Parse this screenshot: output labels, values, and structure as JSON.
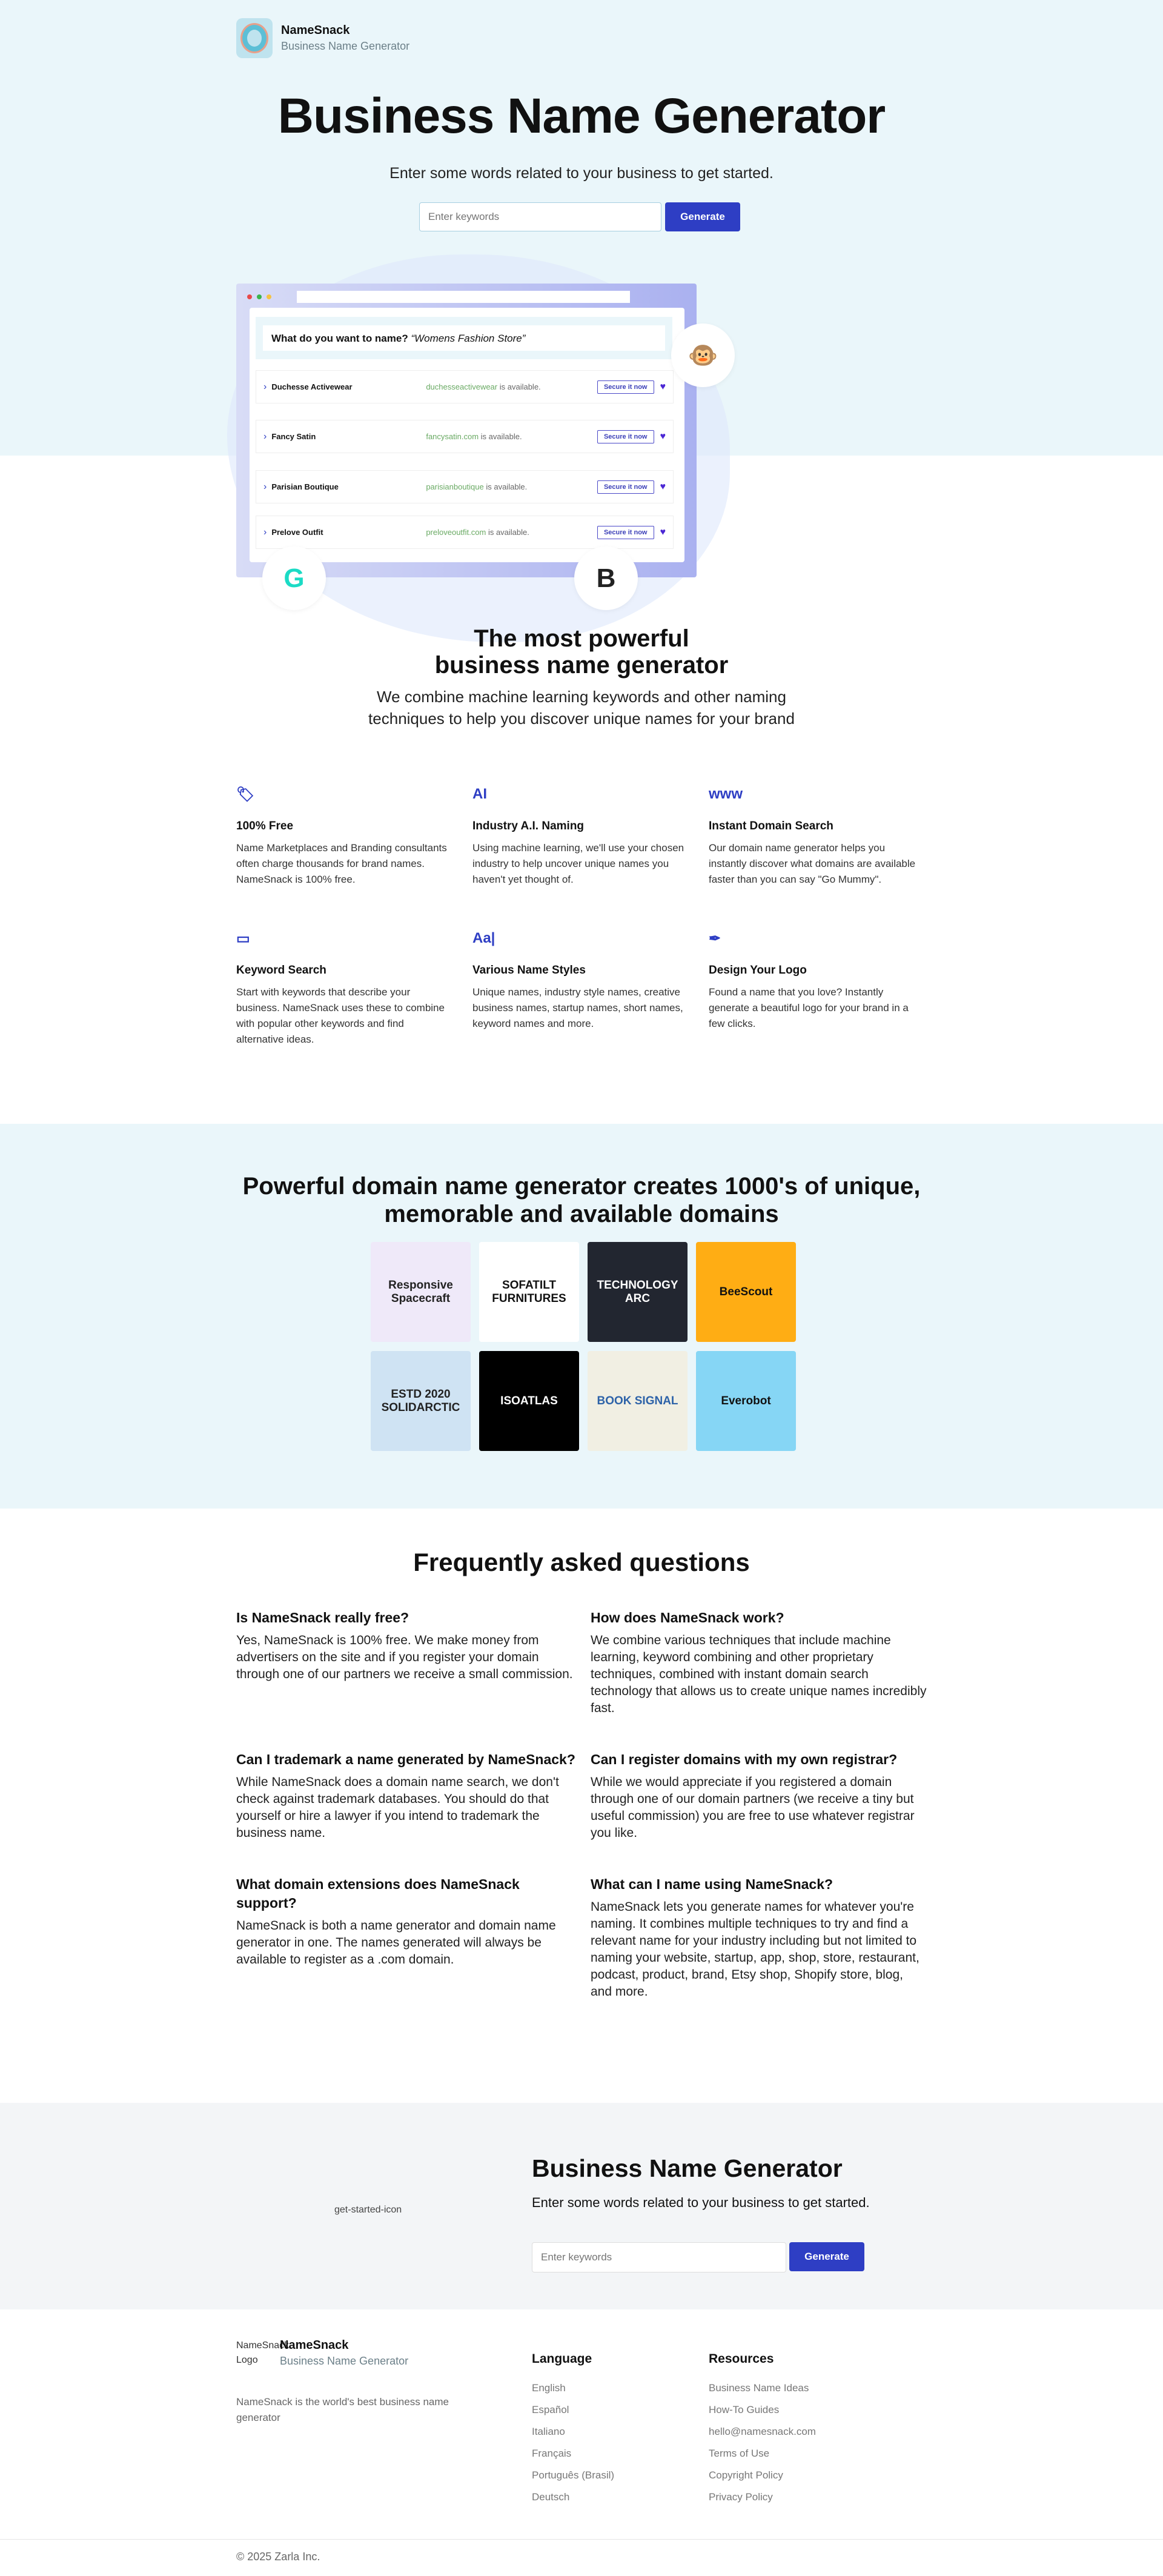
{
  "header": {
    "brand": "NameSnack",
    "tagline": "Business Name Generator"
  },
  "hero": {
    "title": "Business Name Generator",
    "subtitle": "Enter some words related to your business to get started.",
    "placeholder": "Enter keywords",
    "button": "Generate"
  },
  "mockup": {
    "question": "What do you want to name?",
    "example": "“Womens Fashion Store”",
    "secure_label": "Secure it now",
    "available_suffix": " is available.",
    "rows": [
      {
        "name": "Duchesse Activewear",
        "domain": "duchesseactivewear"
      },
      {
        "name": "Fancy Satin",
        "domain": "fancysatin.com"
      },
      {
        "name": "Parisian Boutique",
        "domain": "parisianboutique"
      },
      {
        "name": "Prelove Outfit",
        "domain": "preloveoutfit.com"
      }
    ]
  },
  "intro": {
    "title_line1": "The most powerful",
    "title_line2": "business name generator",
    "sub_line1": "We combine machine learning keywords and other naming",
    "sub_line2": "techniques to help you discover unique names for your brand"
  },
  "features": [
    {
      "icon": "free-tag-icon",
      "glyph": "🏷",
      "title": "100% Free",
      "text": "Name Marketplaces and Branding consultants often charge thousands for brand names. NameSnack is 100% free."
    },
    {
      "icon": "ai-chip-icon",
      "glyph": "AI",
      "title": "Industry A.I. Naming",
      "text": "Using machine learning, we'll use your chosen industry to help uncover unique names you haven't yet thought of."
    },
    {
      "icon": "www-browser-icon",
      "glyph": "www",
      "title": "Instant Domain Search",
      "text": "Our domain name generator helps you instantly discover what domains are available faster than you can say \"Go Mummy\"."
    },
    {
      "icon": "search-bar-icon",
      "glyph": "▭",
      "title": "Keyword Search",
      "text": "Start with keywords that describe your business. NameSnack uses these to combine with popular other keywords and find alternative ideas."
    },
    {
      "icon": "typography-icon",
      "glyph": "Aa|",
      "title": "Various Name Styles",
      "text": "Unique names, industry style names, creative business names, startup names, short names, keyword names and more."
    },
    {
      "icon": "pen-nib-icon",
      "glyph": "✒",
      "title": "Design Your Logo",
      "text": "Found a name that you love? Instantly generate a beautiful logo for your brand in a few clicks."
    }
  ],
  "domains": {
    "title_line1": "Powerful domain name generator creates 1000's of unique,",
    "title_line2": "memorable and available domains",
    "logos": [
      {
        "name": "Responsive Spacecraft",
        "bg": "#efe9f9",
        "fg": "#222"
      },
      {
        "name": "SOFATILT FURNITURES",
        "bg": "#ffffff",
        "fg": "#111"
      },
      {
        "name": "TECHNOLOGY ARC",
        "bg": "#222630",
        "fg": "#fff"
      },
      {
        "name": "BeeScout",
        "bg": "#ffad14",
        "fg": "#111"
      },
      {
        "name": "ESTD 2020 SOLIDARCTIC",
        "bg": "#cfe3f3",
        "fg": "#222"
      },
      {
        "name": "ISOATLAS",
        "bg": "#000000",
        "fg": "#fff"
      },
      {
        "name": "BOOK SIGNAL",
        "bg": "#f1efe3",
        "fg": "#2d62a8"
      },
      {
        "name": "Everobot",
        "bg": "#86d6f5",
        "fg": "#111"
      }
    ]
  },
  "faq": {
    "title": "Frequently asked questions",
    "items": [
      {
        "q": "Is NameSnack really free?",
        "a": "Yes, NameSnack is 100% free. We make money from advertisers on the site and if you register your domain through one of our partners we receive a small commission."
      },
      {
        "q": "How does NameSnack work?",
        "a": "We combine various techniques that include machine learning, keyword combining and other proprietary techniques, combined with instant domain search technology that allows us to create unique names incredibly fast."
      },
      {
        "q": "Can I trademark a name generated by NameSnack?",
        "a": "While NameSnack does a domain name search, we don't check against trademark databases. You should do that yourself or hire a lawyer if you intend to trademark the business name."
      },
      {
        "q": "Can I register domains with my own registrar?",
        "a": "While we would appreciate if you registered a domain through one of our domain partners (we receive a tiny but useful commission) you are free to use whatever registrar you like."
      },
      {
        "q": "What domain extensions does NameSnack support?",
        "a": "NameSnack is both a name generator and domain name generator in one. The names generated will always be available to register as a .com domain."
      },
      {
        "q": "What can I name using NameSnack?",
        "a": "NameSnack lets you generate names for whatever you're naming. It combines multiple techniques to try and find a relevant name for your industry including but not limited to naming your website, startup, app, shop, store, restaurant, podcast, product, brand, Etsy shop, Shopify store, blog, and more."
      }
    ]
  },
  "cta": {
    "icon_alt": "get-started-icon",
    "title": "Business Name Generator",
    "subtitle": "Enter some words related to your business to get started.",
    "placeholder": "Enter keywords",
    "button": "Generate"
  },
  "footer": {
    "logo_alt": "NameSnack Logo",
    "brand": "NameSnack",
    "tagline": "Business Name Generator",
    "description": "NameSnack is the world's best business name generator",
    "language_title": "Language",
    "languages": [
      "English",
      "Español",
      "Italiano",
      "Français",
      "Português (Brasil)",
      "Deutsch"
    ],
    "resources_title": "Resources",
    "resources": [
      "Business Name Ideas",
      "How-To Guides",
      "hello@namesnack.com",
      "Terms of Use",
      "Copyright Policy",
      "Privacy Policy"
    ],
    "copyright": "© 2025 Zarla Inc."
  },
  "colors": {
    "accent": "#2e3ec4",
    "hero_bg": "#eaf6fa",
    "cta_bg": "#f3f5f7",
    "available_green": "#6aaa64",
    "heart": "#4b27d4"
  }
}
